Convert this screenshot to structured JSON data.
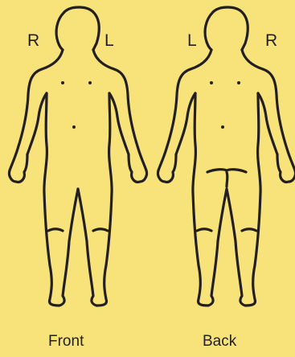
{
  "background": "#f7e37a",
  "outline_color": "#231f20",
  "front": {
    "caption": "Front",
    "left_side_label": "R",
    "right_side_label": "L"
  },
  "back": {
    "caption": "Back",
    "left_side_label": "L",
    "right_side_label": "R"
  }
}
